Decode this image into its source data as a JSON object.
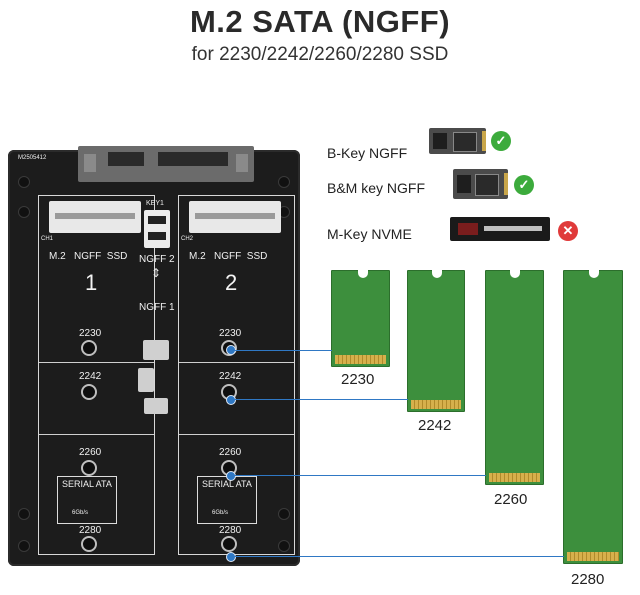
{
  "header": {
    "title": "M.2 SATA (NGFF)",
    "subtitle": "for 2230/2242/2260/2280 SSD"
  },
  "board": {
    "model": "M2505412",
    "key_label": "KEY1",
    "switch_labels": [
      "NGFF 2",
      "NGFF 1"
    ],
    "slots": [
      {
        "header": "M.2   NGFF  SSD",
        "number": "1",
        "ch": "CH1"
      },
      {
        "header": "M.2   NGFF  SSD",
        "number": "2",
        "ch": "CH2"
      }
    ],
    "sizes": [
      "2230",
      "2242",
      "2260",
      "2280"
    ],
    "serial_logo": "SERIAL ATA",
    "serial_speed": "6Gb/s"
  },
  "compatibility": [
    {
      "label": "B-Key NGFF",
      "status": "supported",
      "status_color": "#3cab3c"
    },
    {
      "label": "B&M key NGFF",
      "status": "supported",
      "status_color": "#3cab3c"
    },
    {
      "label": "M-Key NVME",
      "status": "unsupported",
      "status_color": "#e03a3a"
    }
  ],
  "ssd_lengths": [
    "2230",
    "2242",
    "2260",
    "2280"
  ],
  "colors": {
    "pcb": "#3d8f3d",
    "board": "#1c1c1c",
    "accent": "#2f78c4"
  }
}
